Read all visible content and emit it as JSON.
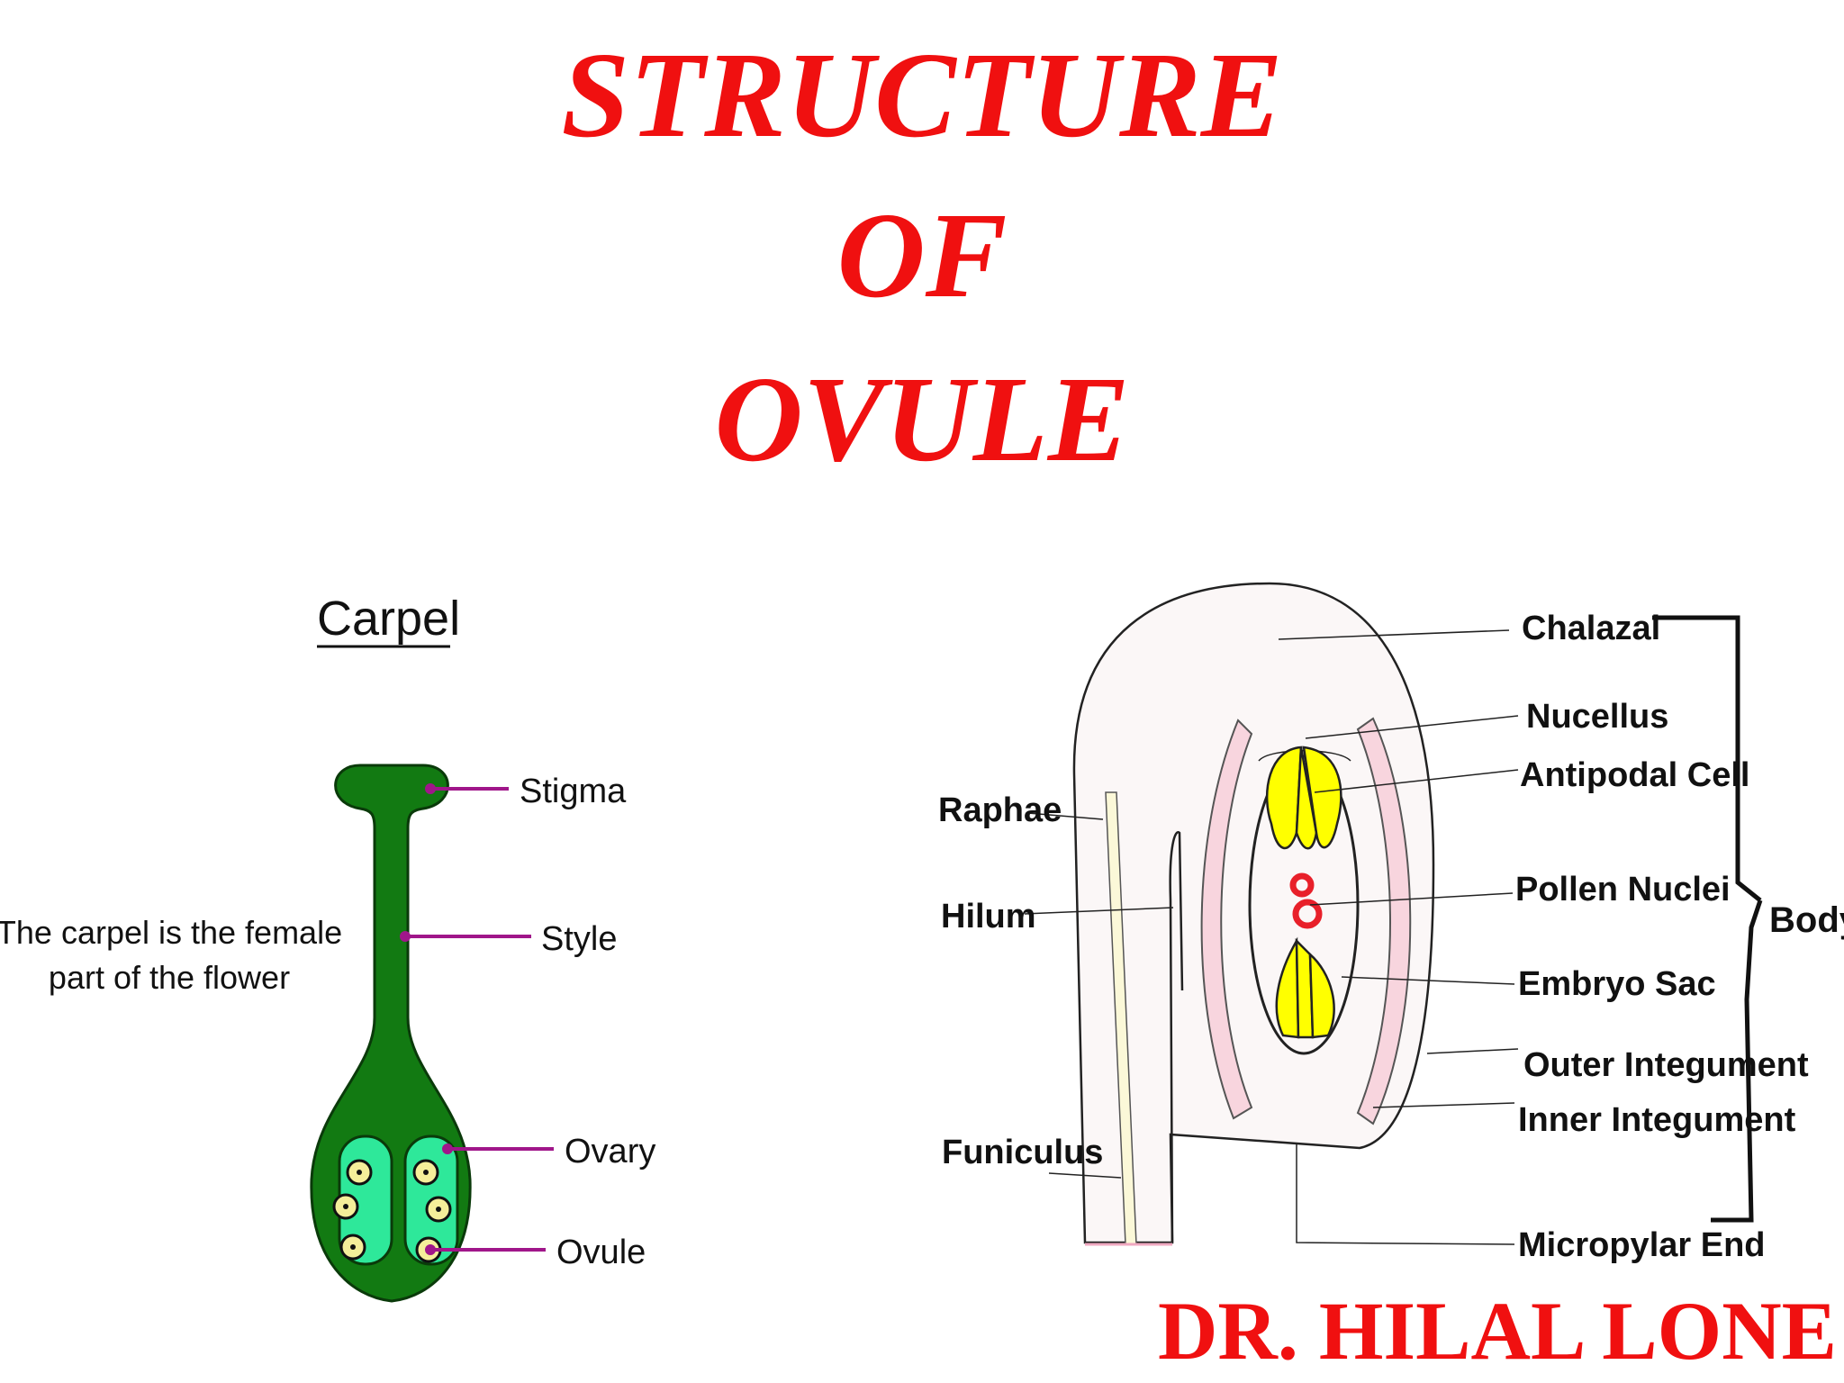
{
  "title": {
    "line1": "STRUCTURE",
    "line2": "OF",
    "line3": "OVULE"
  },
  "author": "DR. HILAL LONE",
  "carpel": {
    "heading": "Carpel",
    "caption_line1": "The carpel is the female",
    "caption_line2": "part of the flower",
    "labels": {
      "stigma": "Stigma",
      "style": "Style",
      "ovary": "Ovary",
      "ovule": "Ovule"
    },
    "colors": {
      "body": "#127a12",
      "ovary_chamber": "#2ee89a",
      "ovule": "#f5ef9a",
      "pointer": "#a0168a"
    }
  },
  "ovule": {
    "labels": {
      "chalazal": "Chalazal",
      "nucellus": "Nucellus",
      "antipodal_cell": "Antipodal Cell",
      "pollen_nuclei": "Pollen Nuclei",
      "embryo_sac": "Embryo Sac",
      "outer_integument": "Outer Integument",
      "inner_integument": "Inner Integument",
      "micropylar_end": "Micropylar End",
      "raphae": "Raphae",
      "hilum": "Hilum",
      "funiculus": "Funiculus",
      "body": "Body"
    },
    "colors": {
      "body": "#fbf7f7",
      "integument": "#f8d5de",
      "cells": "#ffff00",
      "nuclei": "#e8202a",
      "raphe": "#fbf8d8"
    }
  }
}
